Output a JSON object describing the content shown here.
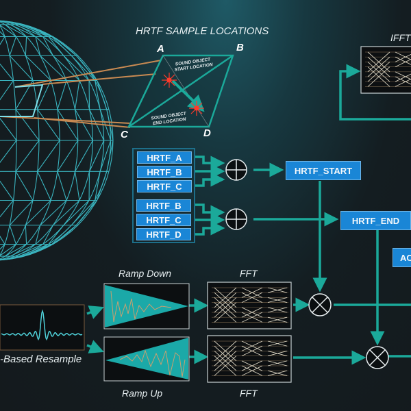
{
  "title": "HRTF SAMPLE LOCATIONS",
  "corners": {
    "a": "A",
    "b": "B",
    "c": "C",
    "d": "D"
  },
  "sound_object": {
    "start": [
      "SOUND OBJECT",
      "START LOCATION"
    ],
    "end": [
      "SOUND OBJECT",
      "END LOCATION"
    ]
  },
  "start_group": [
    "HRTF_A",
    "HRTF_B",
    "HRTF_C"
  ],
  "end_group": [
    "HRTF_B",
    "HRTF_C",
    "HRTF_D"
  ],
  "hrtf_start": "HRTF_START",
  "hrtf_end": "HRTF_END",
  "partial_box": "AC",
  "ifft_label": "IFFT",
  "ramp_down_label": "Ramp Down",
  "ramp_up_label": "Ramp Up",
  "fft_top_label": "FFT",
  "fft_bottom_label": "FFT",
  "resample_label": "-Based Resample",
  "colors": {
    "teal": "#1ba99a",
    "box_blue": "#1a86d6",
    "mesh": "#3fc6d2",
    "orange_line": "#c98a52",
    "star_red": "#ff3a2a"
  },
  "icons": {
    "sum": "circle-plus-icon",
    "multiply": "circle-times-icon"
  }
}
